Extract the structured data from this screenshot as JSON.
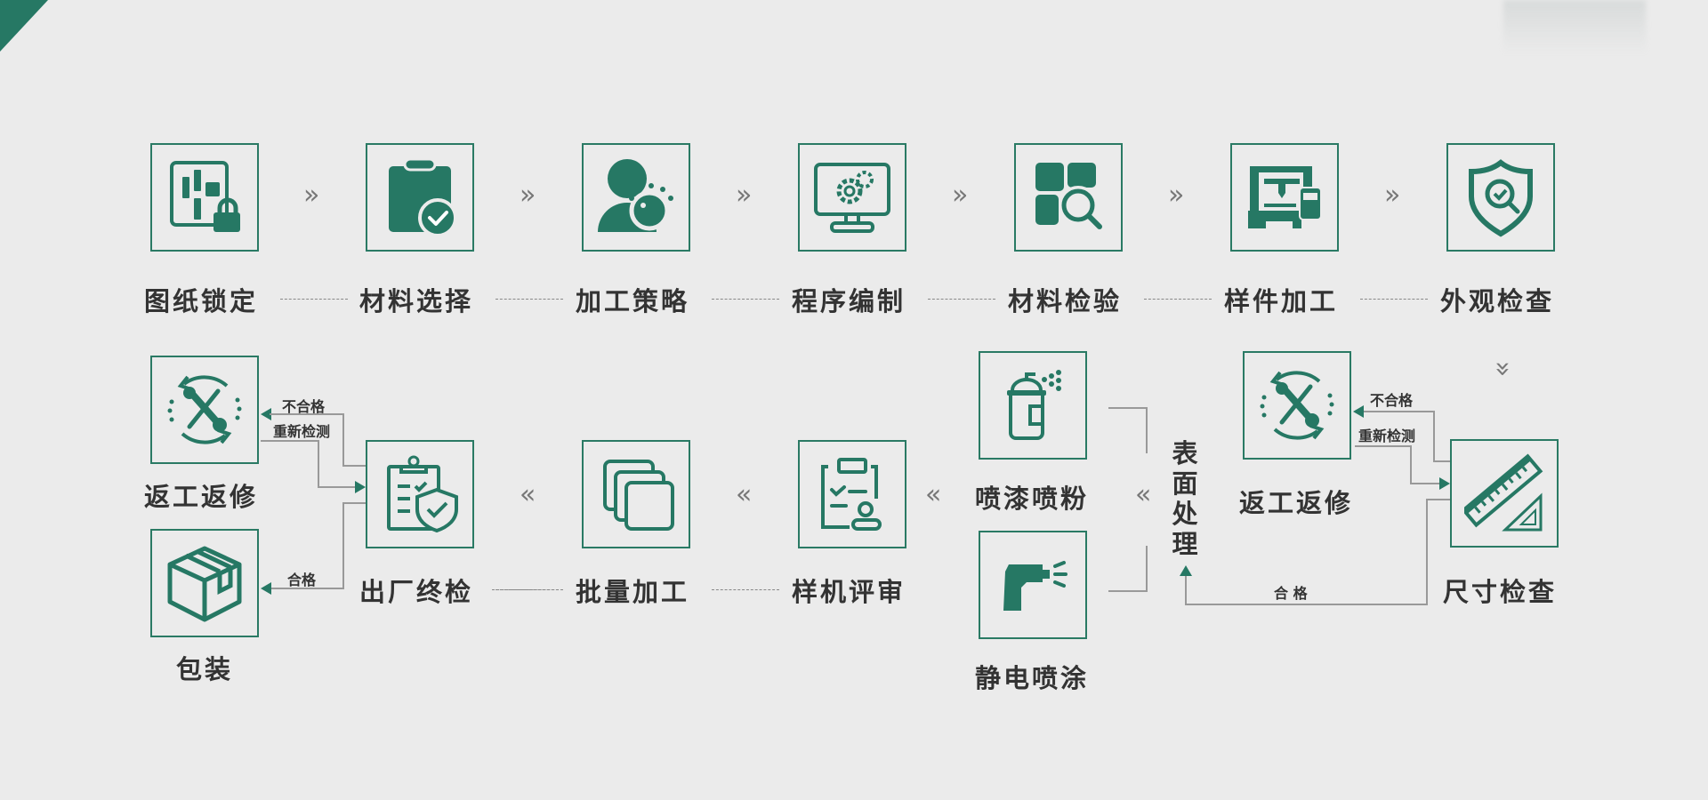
{
  "colors": {
    "accent": "#267864",
    "background": "#ebebeb",
    "text": "#333333",
    "connector": "#999999"
  },
  "row1": [
    {
      "label": "图纸锁定",
      "icon": "blueprint-lock-icon"
    },
    {
      "label": "材料选择",
      "icon": "clipboard-check-icon"
    },
    {
      "label": "加工策略",
      "icon": "person-idea-icon"
    },
    {
      "label": "程序编制",
      "icon": "monitor-gear-icon"
    },
    {
      "label": "材料检验",
      "icon": "material-magnifier-icon"
    },
    {
      "label": "样件加工",
      "icon": "cnc-machine-icon"
    },
    {
      "label": "外观检查",
      "icon": "shield-search-icon"
    }
  ],
  "row2": {
    "dimension_check": {
      "label": "尺寸检查",
      "icon": "ruler-triangle-icon"
    },
    "rework_right": {
      "label": "返工返修",
      "icon": "repair-cycle-icon"
    },
    "surface_treatment": {
      "label": "表面处理"
    },
    "spray_paint": {
      "label": "喷漆喷粉",
      "icon": "spray-can-icon"
    },
    "electrostatic": {
      "label": "静电喷涂",
      "icon": "spray-gun-icon"
    },
    "prototype_review": {
      "label": "样机评审",
      "icon": "clipboard-user-icon"
    },
    "batch_processing": {
      "label": "批量加工",
      "icon": "stacked-layers-icon"
    },
    "final_inspection": {
      "label": "出厂终检",
      "icon": "clipboard-shield-icon"
    },
    "rework_left": {
      "label": "返工返修",
      "icon": "repair-cycle-icon"
    },
    "packaging": {
      "label": "包装",
      "icon": "package-box-icon"
    }
  },
  "connectors": {
    "fail": "不合格",
    "retest": "重新检测",
    "pass": "合格",
    "pass_spaced": "合 格"
  },
  "arrows": {
    "right": "»",
    "left": "«",
    "down": "⌄"
  }
}
